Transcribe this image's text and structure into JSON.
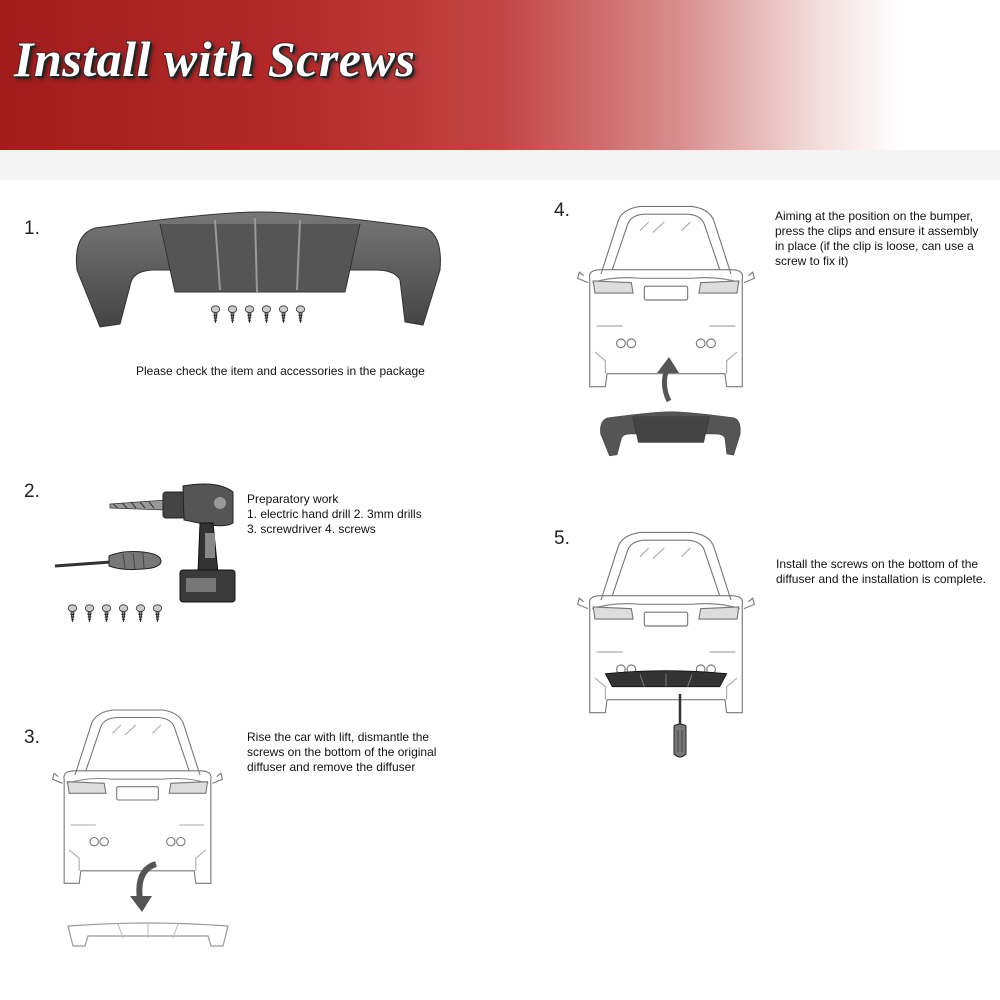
{
  "banner": {
    "title": "Install with Screws",
    "color": "#a11c1c"
  },
  "steps": [
    {
      "number": "1.",
      "lines": [
        "Please check  the item and accessories in the package"
      ]
    },
    {
      "number": "2.",
      "lines": [
        "Preparatory work",
        "1. electric hand drill  2. 3mm drills",
        "3. screwdriver   4. screws"
      ]
    },
    {
      "number": "3.",
      "lines": [
        "Rise the car with lift, dismantle the",
        "screws on the bottom of the original",
        "diffuser and remove the diffuser"
      ]
    },
    {
      "number": "4.",
      "lines": [
        "Aiming at the position on the bumper,",
        "press the clips and ensure it assembly",
        "in place (if the clip is loose, can use a",
        "screw to fix it)"
      ]
    },
    {
      "number": "5.",
      "lines": [
        "Install the screws on the bottom of the",
        "diffuser and the installation is complete."
      ]
    }
  ],
  "icons": [
    "diffuser-icon",
    "screw-icon",
    "drill-icon",
    "screwdriver-icon",
    "car-rear-icon",
    "arrow-icon"
  ]
}
